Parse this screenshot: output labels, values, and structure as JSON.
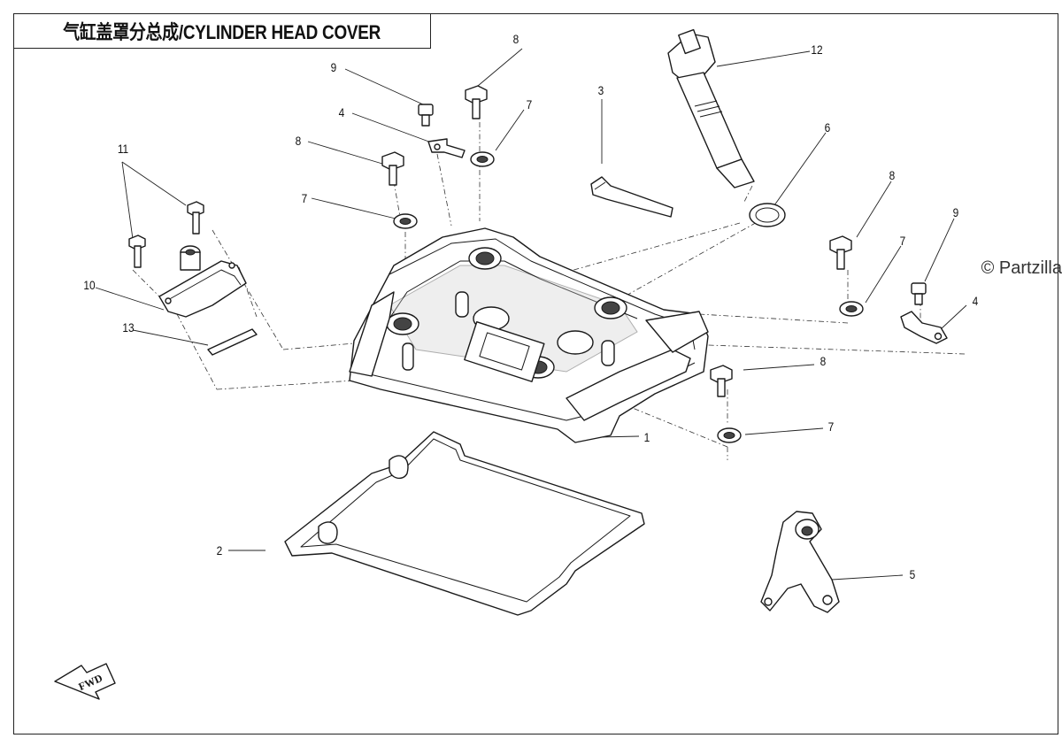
{
  "diagram": {
    "title": "气缸盖罩分总成/CYLINDER HEAD COVER",
    "watermark": "© Partzilla",
    "fwd_label": "FWD",
    "callouts": [
      {
        "id": "c1",
        "label": "1",
        "part": "cylinder-head-cover"
      },
      {
        "id": "c2",
        "label": "2",
        "part": "gasket"
      },
      {
        "id": "c3",
        "label": "3",
        "part": "clip"
      },
      {
        "id": "c4a",
        "label": "4",
        "part": "bracket-left"
      },
      {
        "id": "c4b",
        "label": "4",
        "part": "bracket-right"
      },
      {
        "id": "c5",
        "label": "5",
        "part": "hanger-bracket"
      },
      {
        "id": "c6",
        "label": "6",
        "part": "seal-ring"
      },
      {
        "id": "c7a",
        "label": "7",
        "part": "washer-a"
      },
      {
        "id": "c7b",
        "label": "7",
        "part": "washer-b"
      },
      {
        "id": "c7c",
        "label": "7",
        "part": "washer-c"
      },
      {
        "id": "c7d",
        "label": "7",
        "part": "washer-d"
      },
      {
        "id": "c8a",
        "label": "8",
        "part": "bolt-a"
      },
      {
        "id": "c8b",
        "label": "8",
        "part": "bolt-b"
      },
      {
        "id": "c8c",
        "label": "8",
        "part": "bolt-c"
      },
      {
        "id": "c8d",
        "label": "8",
        "part": "bolt-d"
      },
      {
        "id": "c9a",
        "label": "9",
        "part": "small-bolt-a"
      },
      {
        "id": "c9b",
        "label": "9",
        "part": "small-bolt-b"
      },
      {
        "id": "c10",
        "label": "10",
        "part": "breather-cover"
      },
      {
        "id": "c11",
        "label": "11",
        "part": "cover-bolts"
      },
      {
        "id": "c12",
        "label": "12",
        "part": "ignition-coil"
      },
      {
        "id": "c13",
        "label": "13",
        "part": "pin"
      }
    ]
  }
}
